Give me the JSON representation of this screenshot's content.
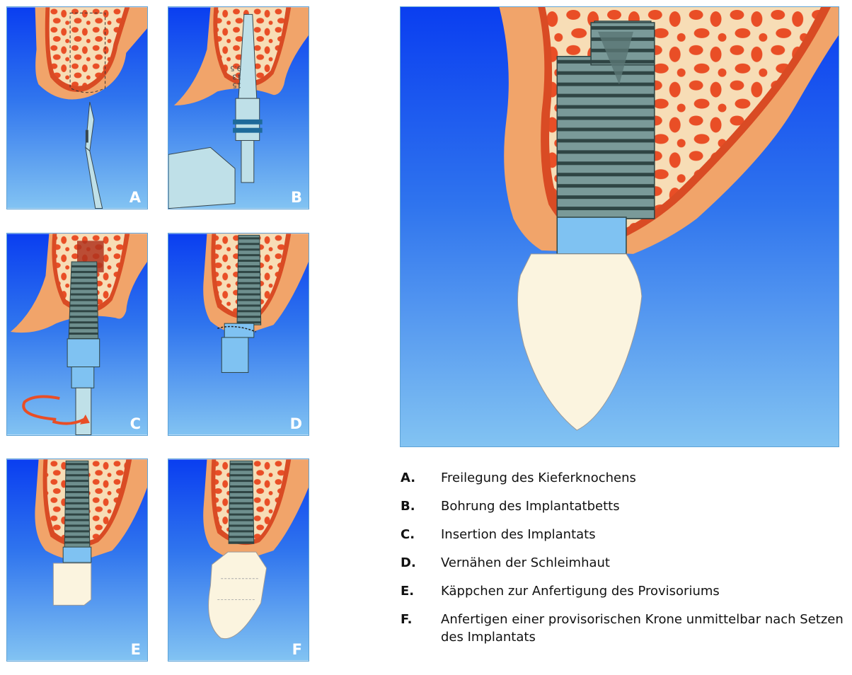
{
  "colors": {
    "sky_top": "#0a3ef0",
    "sky_bottom": "#79bcf0",
    "gum": "#f1a46a",
    "gum_light": "#f6c38f",
    "bone_bg": "#f7ddb6",
    "bone_spot": "#e94e26",
    "cortex": "#d94b24",
    "implant": "#6e8f8e",
    "implant_dark": "#2f4544",
    "abutment": "#7fc2f2",
    "crown": "#fbf4df",
    "instrument": "#bfe0e8"
  },
  "icons": {
    "scalpel": "scalpel-icon",
    "drill": "drill-icon",
    "rotation": "rotation-arrow-icon",
    "suture": "suture-icon"
  },
  "panels": [
    {
      "id": "A",
      "label": "A"
    },
    {
      "id": "B",
      "label": "B"
    },
    {
      "id": "C",
      "label": "C"
    },
    {
      "id": "D",
      "label": "D"
    },
    {
      "id": "E",
      "label": "E"
    },
    {
      "id": "F",
      "label": "F"
    }
  ],
  "drill_markings": [
    "15",
    "13",
    "9.5"
  ],
  "legend": [
    {
      "letter": "A.",
      "text": "Freilegung des Kieferknochens"
    },
    {
      "letter": "B.",
      "text": "Bohrung des Implantatbetts"
    },
    {
      "letter": "C.",
      "text": "Insertion des Implantats"
    },
    {
      "letter": "D.",
      "text": "Vernähen der Schleimhaut"
    },
    {
      "letter": "E.",
      "text": "Käppchen zur Anfertigung des Provisoriums"
    },
    {
      "letter": "F.",
      "text": "Anfertigen einer provisorischen Krone unmittelbar nach Setzen des Implantats"
    }
  ]
}
